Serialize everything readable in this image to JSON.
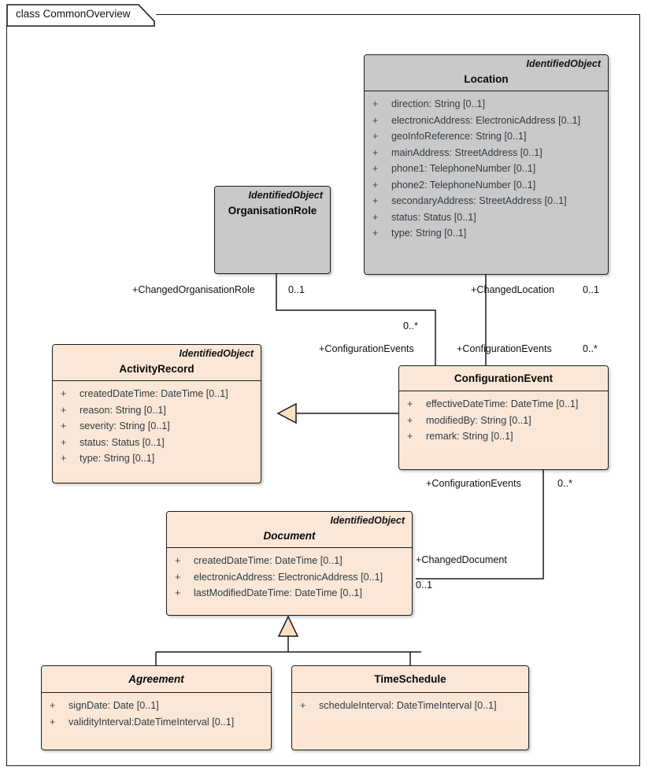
{
  "diagram": {
    "frame_label": "class CommonOverview",
    "type": "uml-class-diagram"
  },
  "classes": {
    "location": {
      "stereotype": "IdentifiedObject",
      "name": "Location",
      "abstract": false,
      "fill": "#c9c9c9",
      "attributes": [
        {
          "visibility": "+",
          "text": "direction: String [0..1]"
        },
        {
          "visibility": "+",
          "text": "electronicAddress: ElectronicAddress [0..1]"
        },
        {
          "visibility": "+",
          "text": "geoInfoReference: String [0..1]"
        },
        {
          "visibility": "+",
          "text": "mainAddress: StreetAddress [0..1]"
        },
        {
          "visibility": "+",
          "text": "phone1: TelephoneNumber [0..1]"
        },
        {
          "visibility": "+",
          "text": "phone2: TelephoneNumber [0..1]"
        },
        {
          "visibility": "+",
          "text": "secondaryAddress: StreetAddress [0..1]"
        },
        {
          "visibility": "+",
          "text": "status: Status [0..1]"
        },
        {
          "visibility": "+",
          "text": "type: String [0..1]"
        }
      ]
    },
    "organisationRole": {
      "stereotype": "IdentifiedObject",
      "name": "OrganisationRole",
      "abstract": false,
      "fill": "#c9c9c9",
      "attributes": []
    },
    "activityRecord": {
      "stereotype": "IdentifiedObject",
      "name": "ActivityRecord",
      "abstract": false,
      "fill": "#fbe7d7",
      "attributes": [
        {
          "visibility": "+",
          "text": "createdDateTime: DateTime [0..1]"
        },
        {
          "visibility": "+",
          "text": "reason: String [0..1]"
        },
        {
          "visibility": "+",
          "text": "severity: String [0..1]"
        },
        {
          "visibility": "+",
          "text": "status: Status [0..1]"
        },
        {
          "visibility": "+",
          "text": "type: String [0..1]"
        }
      ]
    },
    "configurationEvent": {
      "stereotype": "",
      "name": "ConfigurationEvent",
      "abstract": false,
      "fill": "#fbe7d7",
      "attributes": [
        {
          "visibility": "+",
          "text": "effectiveDateTime: DateTime [0..1]"
        },
        {
          "visibility": "+",
          "text": "modifiedBy: String [0..1]"
        },
        {
          "visibility": "+",
          "text": "remark: String [0..1]"
        }
      ]
    },
    "document": {
      "stereotype": "IdentifiedObject",
      "name": "Document",
      "abstract": true,
      "fill": "#fbe7d7",
      "attributes": [
        {
          "visibility": "+",
          "text": "createdDateTime: DateTime [0..1]"
        },
        {
          "visibility": "+",
          "text": "electronicAddress: ElectronicAddress [0..1]"
        },
        {
          "visibility": "+",
          "text": "lastModifiedDateTime: DateTime [0..1]"
        }
      ]
    },
    "agreement": {
      "stereotype": "",
      "name": "Agreement",
      "abstract": true,
      "fill": "#fbe7d7",
      "attributes": [
        {
          "visibility": "+",
          "text": "signDate: Date [0..1]"
        },
        {
          "visibility": "+",
          "text": "validityInterval:DateTimeInterval [0..1]"
        }
      ]
    },
    "timeSchedule": {
      "stereotype": "",
      "name": "TimeSchedule",
      "abstract": false,
      "fill": "#fbe7d7",
      "attributes": [
        {
          "visibility": "+",
          "text": "scheduleInterval: DateTimeInterval [0..1]"
        }
      ]
    }
  },
  "edge_labels": {
    "changed_organisation_role": "+ChangedOrganisationRole",
    "changed_organisation_role_mult": "0..1",
    "changed_location": "+ChangedLocation",
    "changed_location_mult": "0..1",
    "config_events_org": "+ConfigurationEvents",
    "config_events_org_mult": "0..*",
    "config_events_loc": "+ConfigurationEvents",
    "config_events_loc_mult": "0..*",
    "config_events_doc": "+ConfigurationEvents",
    "config_events_doc_mult": "0..*",
    "changed_document": "+ChangedDocument",
    "changed_document_mult": "0..1"
  }
}
